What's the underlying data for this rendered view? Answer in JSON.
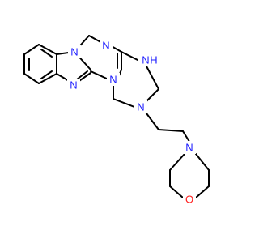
{
  "molecule": {
    "atoms": [
      {
        "id": "nH",
        "label": "N",
        "sub": "H",
        "element": "N",
        "color": "#2020ff"
      },
      {
        "id": "n_im",
        "label": "N",
        "element": "N",
        "color": "#2020ff"
      },
      {
        "id": "n_ring",
        "label": "N",
        "element": "N",
        "color": "#2020ff"
      },
      {
        "id": "n_top",
        "label": "N",
        "element": "N",
        "color": "#2020ff"
      },
      {
        "id": "n_amine",
        "label": "N",
        "element": "N",
        "color": "#2020ff"
      },
      {
        "id": "n_side",
        "label": "N",
        "element": "N",
        "color": "#2020ff"
      },
      {
        "id": "n_morph",
        "label": "N",
        "element": "N",
        "color": "#2020ff"
      },
      {
        "id": "o_morph",
        "label": "O",
        "element": "O",
        "color": "#ff2020"
      }
    ],
    "bond_color": "#000000"
  }
}
